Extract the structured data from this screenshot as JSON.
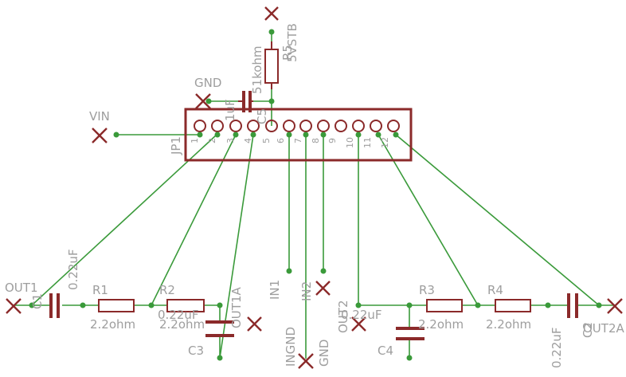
{
  "colors": {
    "part": "#8b2a2a",
    "wire": "#3a9a3a",
    "text": "#9e9e9e",
    "background": "#ffffff"
  },
  "labels": {
    "gnd_top": "GND",
    "vin": "VIN",
    "vstb": "5VSTB",
    "r5_name": "R5",
    "r5_value": "51kohm",
    "c5_value": "1uF",
    "c5_name": "C5",
    "jp1": "JP1",
    "out1": "OUT1",
    "c1": "C1",
    "c1_value": "0.22uF",
    "r1": "R1",
    "r1_value": "2.2ohm",
    "r2": "R2",
    "r2_value": "2.2ohm",
    "c3_value": "0.22uF",
    "c3": "C3",
    "out1a": "OUT1A",
    "in1": "IN1",
    "in2": "IN2",
    "ingnd": "INGND",
    "gnd_bottom": "GND",
    "out2": "OUT2",
    "c4_value": "0.22uF",
    "c4": "C4",
    "r3": "R3",
    "r3_value": "2.2ohm",
    "r4": "R4",
    "r4_value": "2.2ohm",
    "c2_value": "0.22uF",
    "c2": "C2",
    "out2a": "OUT2A"
  },
  "header_pins": [
    "1",
    "2",
    "3",
    "4",
    "5",
    "6",
    "7",
    "8",
    "9",
    "10",
    "11",
    "12"
  ]
}
